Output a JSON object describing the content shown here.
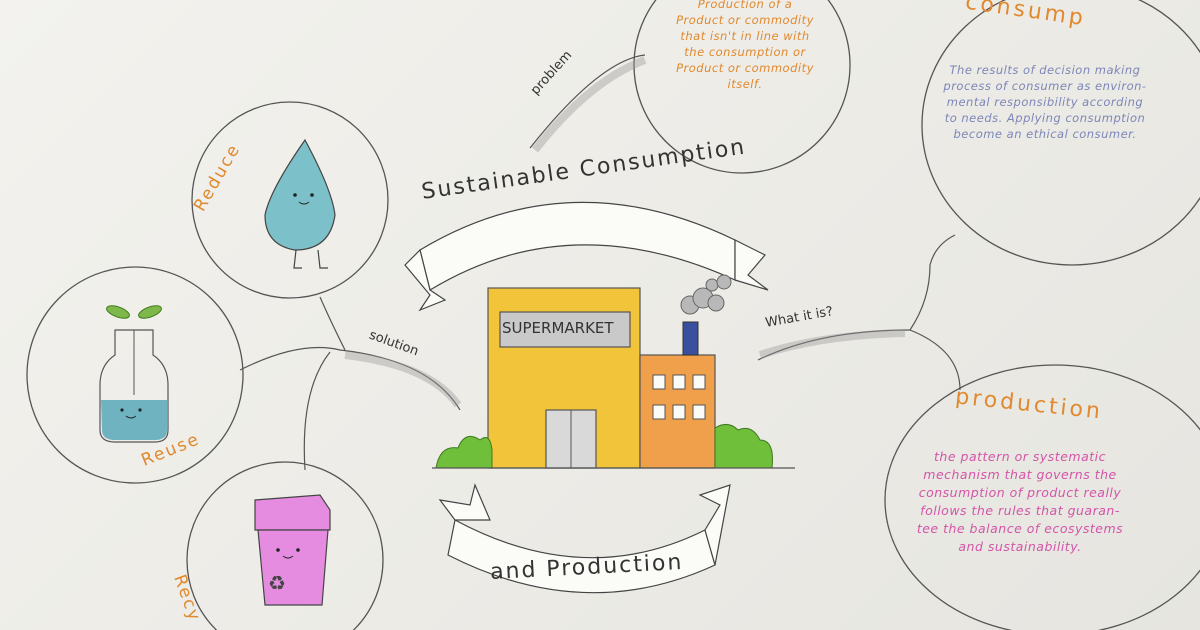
{
  "banner_top": "Sustainable Consumption",
  "banner_bottom": "and Production",
  "building_sign": "SUPERMARKET",
  "branches": {
    "problem": "problem",
    "solution": "solution",
    "what_it_is": "What it is?"
  },
  "problem_text": [
    "Production of a",
    "Product or commodity",
    "that isn't in line with",
    "the consumption or",
    "Product or commodity",
    "itself."
  ],
  "consumption": {
    "title": "consump",
    "text": [
      "The results of decision making",
      "process of consumer as environ-",
      "mental responsibility according",
      "to needs. Applying consumption",
      "become an ethical consumer."
    ]
  },
  "production": {
    "title": "production",
    "text": [
      "the pattern or systematic",
      "mechanism that governs the",
      "consumption of product really",
      "follows the rules that guaran-",
      "tee the balance of ecosystems",
      "and sustainability."
    ]
  },
  "labels": {
    "reduce": "Reduce",
    "reuse": "Reuse",
    "recycle": "Recy"
  },
  "colors": {
    "orange": "#e0892e",
    "consumption_text": "#7d86b8",
    "production_text": "#d455a8",
    "building_yellow": "#f2c43a",
    "building_orange": "#f0a04b",
    "drop_blue": "#7cc0c9",
    "bin_pink": "#e58be0",
    "bush_green": "#6fbf3a"
  }
}
